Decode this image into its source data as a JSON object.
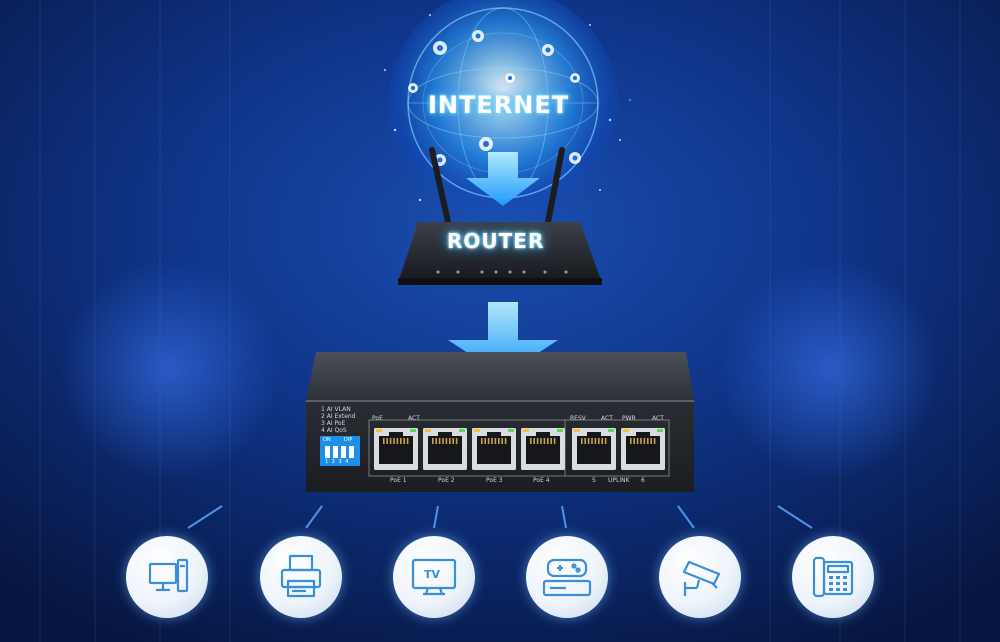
{
  "diagram": {
    "internet_label": "INTERNET",
    "router_label": "ROUTER",
    "switch": {
      "modes": [
        "1  AI  VLAN",
        "2  AI  Extend",
        "3  AI  PoE",
        "4  AI  QoS"
      ],
      "dip_on": "ON",
      "dip_label": "DIP",
      "dip_numbers": "1 2 3 4",
      "top_labels": {
        "poe": "PoE",
        "act": "ACT",
        "resv": "RESV",
        "act2": "ACT",
        "pwr": "PWR",
        "act3": "ACT"
      },
      "port_labels": [
        "PoE 1",
        "PoE 2",
        "PoE 3",
        "PoE 4",
        "5",
        "UPLINK",
        "6"
      ]
    },
    "devices": [
      {
        "icon": "desktop-computer-icon"
      },
      {
        "icon": "printer-icon"
      },
      {
        "icon": "tv-icon",
        "text": "TV"
      },
      {
        "icon": "game-console-icon"
      },
      {
        "icon": "security-camera-icon"
      },
      {
        "icon": "desk-phone-icon"
      }
    ]
  },
  "colors": {
    "background": "#0a1f5c",
    "glow": "#2aa8ff",
    "device_icon": "#3a8fd8",
    "switch_body": "#3a3f47"
  }
}
